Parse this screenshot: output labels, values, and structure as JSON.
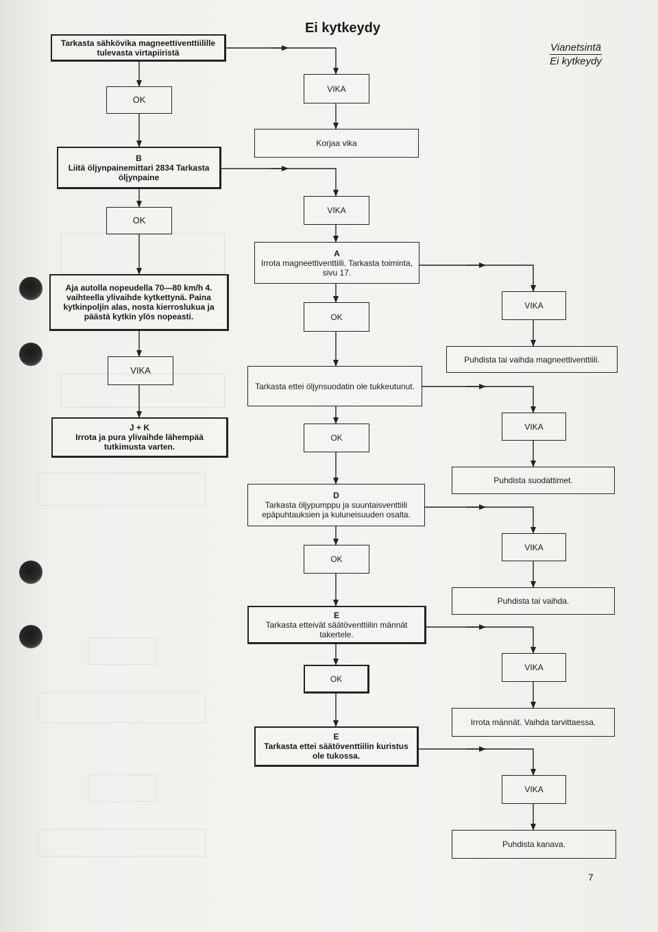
{
  "header": {
    "title": "Ei kytkeydy",
    "section": "Vianetsintä",
    "subsection": "Ei kytkeydy"
  },
  "left": {
    "check_solenoid": "Tarkasta sähkövika magneettiventtiilille tulevasta virtapiiristä",
    "ok1": "OK",
    "oil_pressure_label": "B",
    "oil_pressure_text": "Liitä öljynpainemittari 2834 Tarkasta öljynpaine",
    "ok2": "OK",
    "drive_test": "Aja autolla nopeudella 70—80 km/h 4. vaihteella ylivaihde kytkettynä. Paina kytkinpoljin alas, nosta kierroslukua ja päästä kytkin ylös nopeasti.",
    "vika": "VIKA",
    "disassemble_label": "J + K",
    "disassemble_text": "Irrota ja pura ylivaihde lähempää tutkimusta varten."
  },
  "center": {
    "vika1": "VIKA",
    "repair": "Korjaa vika",
    "vika2": "VIKA",
    "solenoid_label": "A",
    "solenoid_text": "Irrota magneettiventtiili. Tarkasta toiminta, sivu 17.",
    "ok3": "OK",
    "filter_text": "Tarkasta ettei öljynsuodatin ole tukkeutunut.",
    "ok4": "OK",
    "pump_label": "D",
    "pump_text": "Tarkasta öljypumppu ja suuntaisventtiili epäpuhtauksien ja kuluneisuuden osalta.",
    "ok5": "OK",
    "pistons_label": "E",
    "pistons_text": "Tarkasta etteivät säätöventtiilin männät takertele.",
    "ok6": "OK",
    "orifice_label": "E",
    "orifice_text": "Tarkasta ettei säätöventtiilin kuristus ole tukossa."
  },
  "right": {
    "vika_a": "VIKA",
    "clean_solenoid": "Puhdista tai vaihda magneettiventtiili.",
    "vika_b": "VIKA",
    "clean_filters": "Puhdista suodattimet.",
    "vika_c": "VIKA",
    "clean_replace": "Puhdista tai vaihda.",
    "vika_d": "VIKA",
    "remove_pistons": "Irrota männät. Vaihda tarvittaessa.",
    "vika_e": "VIKA",
    "clean_channel": "Puhdista kanava."
  },
  "footer": {
    "page_number": "7"
  }
}
